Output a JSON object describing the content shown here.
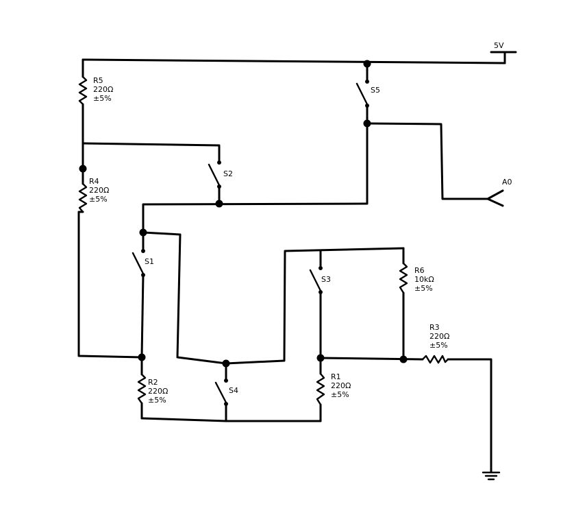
{
  "supply": {
    "label": "5V"
  },
  "output": {
    "label": "A0"
  },
  "resistors": {
    "r1": {
      "name": "R1",
      "value": "220Ω",
      "tolerance": "±5%"
    },
    "r2": {
      "name": "R2",
      "value": "220Ω",
      "tolerance": "±5%"
    },
    "r3": {
      "name": "R3",
      "value": "220Ω",
      "tolerance": "±5%"
    },
    "r4": {
      "name": "R4",
      "value": "220Ω",
      "tolerance": "±5%"
    },
    "r5": {
      "name": "R5",
      "value": "220Ω",
      "tolerance": "±5%"
    },
    "r6": {
      "name": "R6",
      "value": "10kΩ",
      "tolerance": "±5%"
    }
  },
  "switches": {
    "s1": {
      "name": "S1"
    },
    "s2": {
      "name": "S2"
    },
    "s3": {
      "name": "S3"
    },
    "s4": {
      "name": "S4"
    },
    "s5": {
      "name": "S5"
    }
  }
}
